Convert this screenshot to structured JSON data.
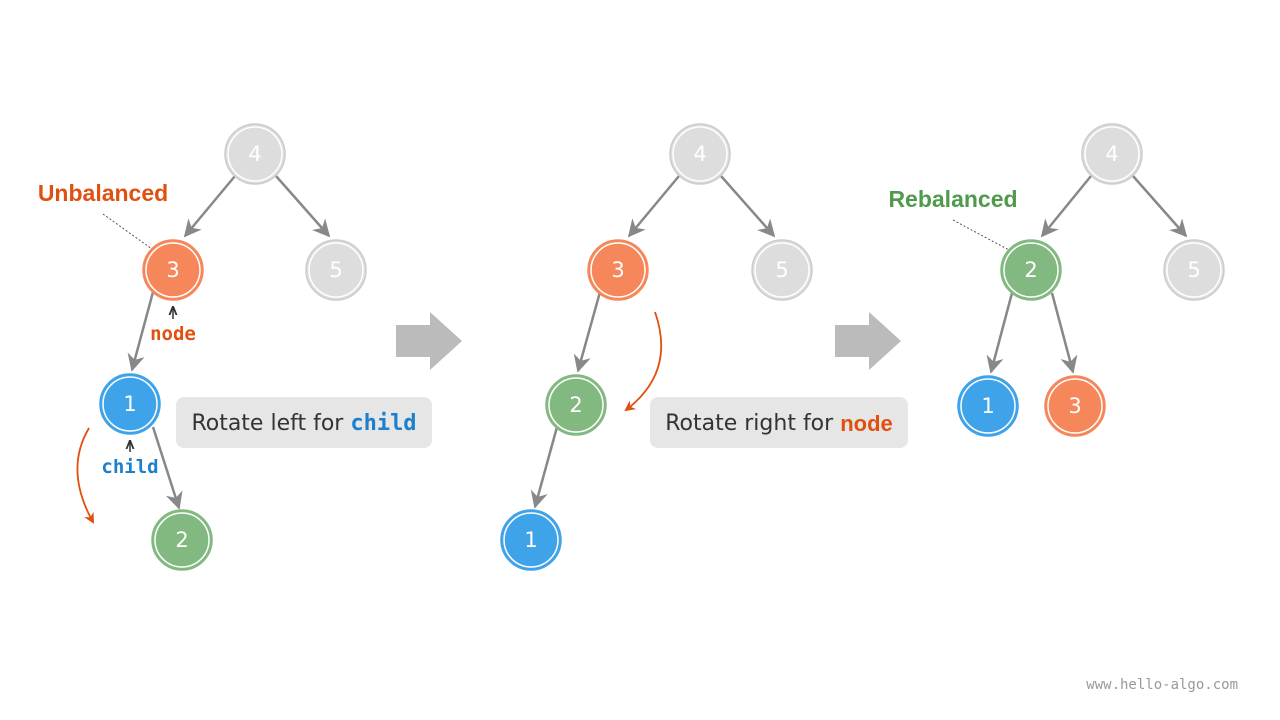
{
  "colors": {
    "gray_node": "#dddddd",
    "gray_node_ring": "#cccccc",
    "orange_node": "#f5875a",
    "orange_text": "#e0500f",
    "blue_node": "#3fa3ea",
    "blue_text": "#1c80cc",
    "green_node": "#82b980",
    "green_text": "#4f9a4c",
    "edge": "#888888",
    "box_bg": "#e6e6e6"
  },
  "stage1": {
    "nodes": {
      "root": "4",
      "left": "3",
      "right": "5",
      "left_left": "1",
      "left_left_right": "2"
    },
    "unbalanced_label": "Unbalanced",
    "node_pointer": "node",
    "child_pointer": "child",
    "caption_prefix": "Rotate left for ",
    "caption_code": "child"
  },
  "stage2": {
    "nodes": {
      "root": "4",
      "left": "3",
      "right": "5",
      "left_left": "2",
      "left_left_left": "1"
    },
    "caption_prefix": "Rotate right for ",
    "caption_code": "node"
  },
  "stage3": {
    "nodes": {
      "root": "4",
      "left": "2",
      "right": "5",
      "left_left": "1",
      "left_right": "3"
    },
    "rebalanced_label": "Rebalanced"
  },
  "watermark": "www.hello-algo.com"
}
